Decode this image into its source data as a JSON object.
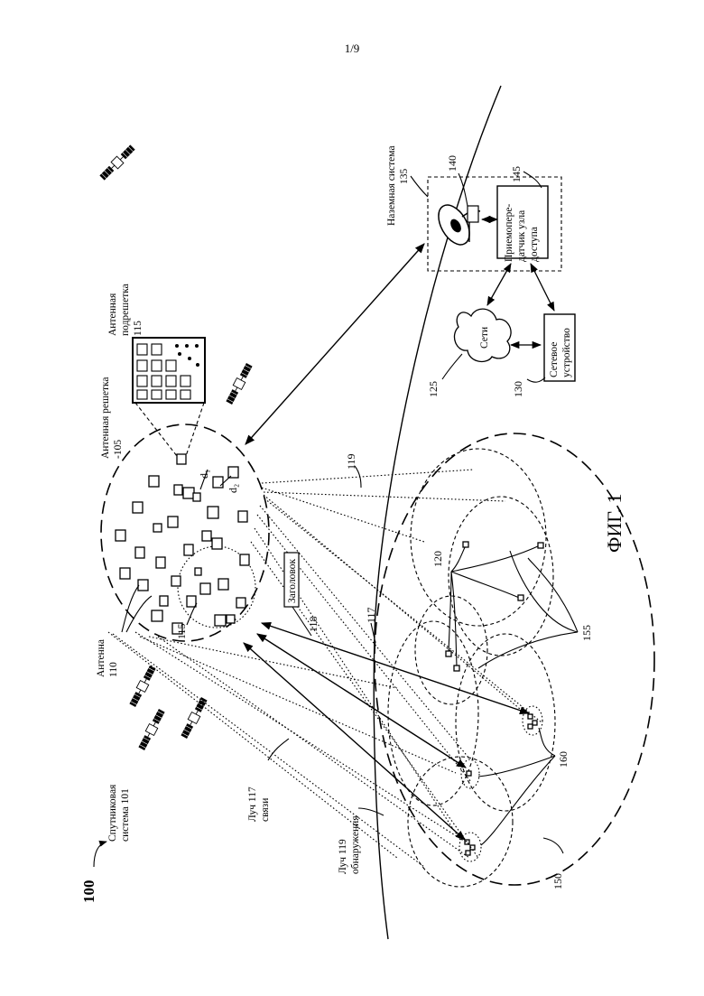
{
  "page": {
    "number": "1/9"
  },
  "figure": {
    "caption": "ФИГ. 1"
  },
  "labels": {
    "system": "100",
    "satellite_system": [
      "Спутниковая",
      "система 101"
    ],
    "antenna": [
      "Антенна",
      "110"
    ],
    "antenna_array": [
      "Антенная решетка",
      "-105"
    ],
    "subarray": [
      "Антенная",
      "подрешетка",
      "115"
    ],
    "subgroup": "115",
    "d1": "d₁",
    "d2": "d₂",
    "header_box": "Заголовок",
    "header_ref": "118",
    "beam_117_top": "117",
    "beam_119_top": "119",
    "comm_beam": [
      "Луч 117",
      "связи"
    ],
    "detect_beam": [
      "Луч 119",
      "обнаружения"
    ],
    "ground_system": [
      "Наземная система",
      "135"
    ],
    "antenna_140": "140",
    "node_145": "145",
    "transceiver": [
      "Приемопере-",
      "датчик узла",
      "доступа"
    ],
    "networks": "Сети",
    "networks_ref": "125",
    "network_device": [
      "Сетевое",
      "устройство"
    ],
    "device_ref": "130",
    "terminals_ref": "120",
    "cluster_155": "155",
    "cluster_160": "160",
    "coverage_ref": "150"
  }
}
